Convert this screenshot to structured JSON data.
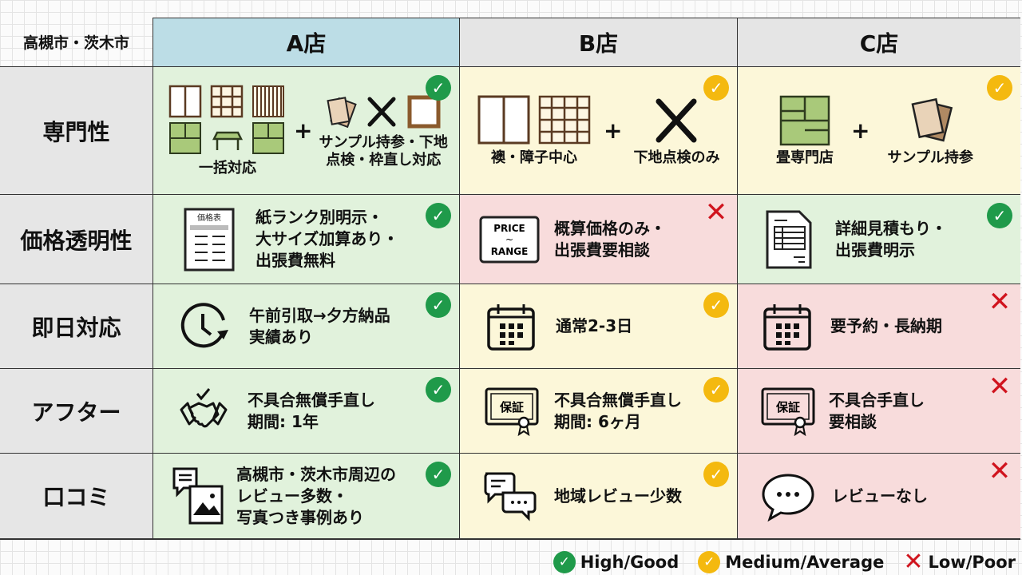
{
  "header": {
    "corner": "高槻市・茨木市",
    "stores": [
      "A店",
      "B店",
      "C店"
    ]
  },
  "rows": [
    {
      "label": "専門性",
      "cells": [
        {
          "rating": "good",
          "groups": [
            {
              "icons": [
                "fusuma-icon",
                "shoji-icon",
                "sudare-icon",
                "tatami-icon",
                "table-icon",
                "tatami-icon"
              ],
              "caption": "一括対応"
            },
            {
              "icons": [
                "samples-icon",
                "tools-icon",
                "frame-icon"
              ],
              "caption": "サンプル持参・下地\n点検・枠直し対応"
            }
          ]
        },
        {
          "rating": "avg",
          "groups": [
            {
              "icons": [
                "fusuma-icon",
                "shoji-icon"
              ],
              "caption": "襖・障子中心"
            },
            {
              "icons": [
                "tools-icon"
              ],
              "caption": "下地点検のみ"
            }
          ]
        },
        {
          "rating": "avg",
          "groups": [
            {
              "icons": [
                "tatami-icon"
              ],
              "caption": "畳専門店"
            },
            {
              "icons": [
                "samples-icon"
              ],
              "caption": "サンプル持参"
            }
          ]
        }
      ]
    },
    {
      "label": "価格透明性",
      "cells": [
        {
          "rating": "good",
          "icon": "price-list-icon",
          "icon_text": "価格表",
          "text": "紙ランク別明示・\n大サイズ加算あり・\n出張費無料"
        },
        {
          "rating": "poor",
          "icon": "price-range-icon",
          "icon_text": "PRICE\n~\nRANGE",
          "text": "概算価格のみ・\n出張費要相談"
        },
        {
          "rating": "good",
          "icon": "document-icon",
          "text": "詳細見積もり・\n出張費明示"
        }
      ]
    },
    {
      "label": "即日対応",
      "cells": [
        {
          "rating": "good",
          "icon": "clock-icon",
          "text": "午前引取→夕方納品\n実績あり"
        },
        {
          "rating": "avg",
          "icon": "calendar-icon",
          "text": "通常2-3日"
        },
        {
          "rating": "poor",
          "icon": "calendar-icon",
          "text": "要予約・長納期"
        }
      ]
    },
    {
      "label": "アフター",
      "cells": [
        {
          "rating": "good",
          "icon": "handshake-icon",
          "text": "不具合無償手直し\n期間: 1年"
        },
        {
          "rating": "avg",
          "icon": "certificate-icon",
          "icon_text": "保証",
          "text": "不具合無償手直し\n期間: 6ヶ月"
        },
        {
          "rating": "poor",
          "icon": "certificate-icon",
          "icon_text": "保証",
          "text": "不具合手直し\n要相談"
        }
      ]
    },
    {
      "label": "口コミ",
      "cells": [
        {
          "rating": "good",
          "icon": "review-photo-icon",
          "text": "高槻市・茨木市周辺の\nレビュー多数・\n写真つき事例あり"
        },
        {
          "rating": "avg",
          "icon": "chat-bubbles-icon",
          "text": "地域レビュー少数"
        },
        {
          "rating": "poor",
          "icon": "speech-bubble-icon",
          "text": "レビューなし"
        }
      ]
    }
  ],
  "legend": [
    {
      "rating": "good",
      "label": "High/Good",
      "color": "#1f9a4a"
    },
    {
      "rating": "avg",
      "label": "Medium/Average",
      "color": "#f4b90f"
    },
    {
      "rating": "poor",
      "label": "Low/Poor",
      "color": "#d0141e"
    }
  ],
  "symbols": {
    "check": "✓",
    "cross": "✕",
    "plus": "+"
  }
}
